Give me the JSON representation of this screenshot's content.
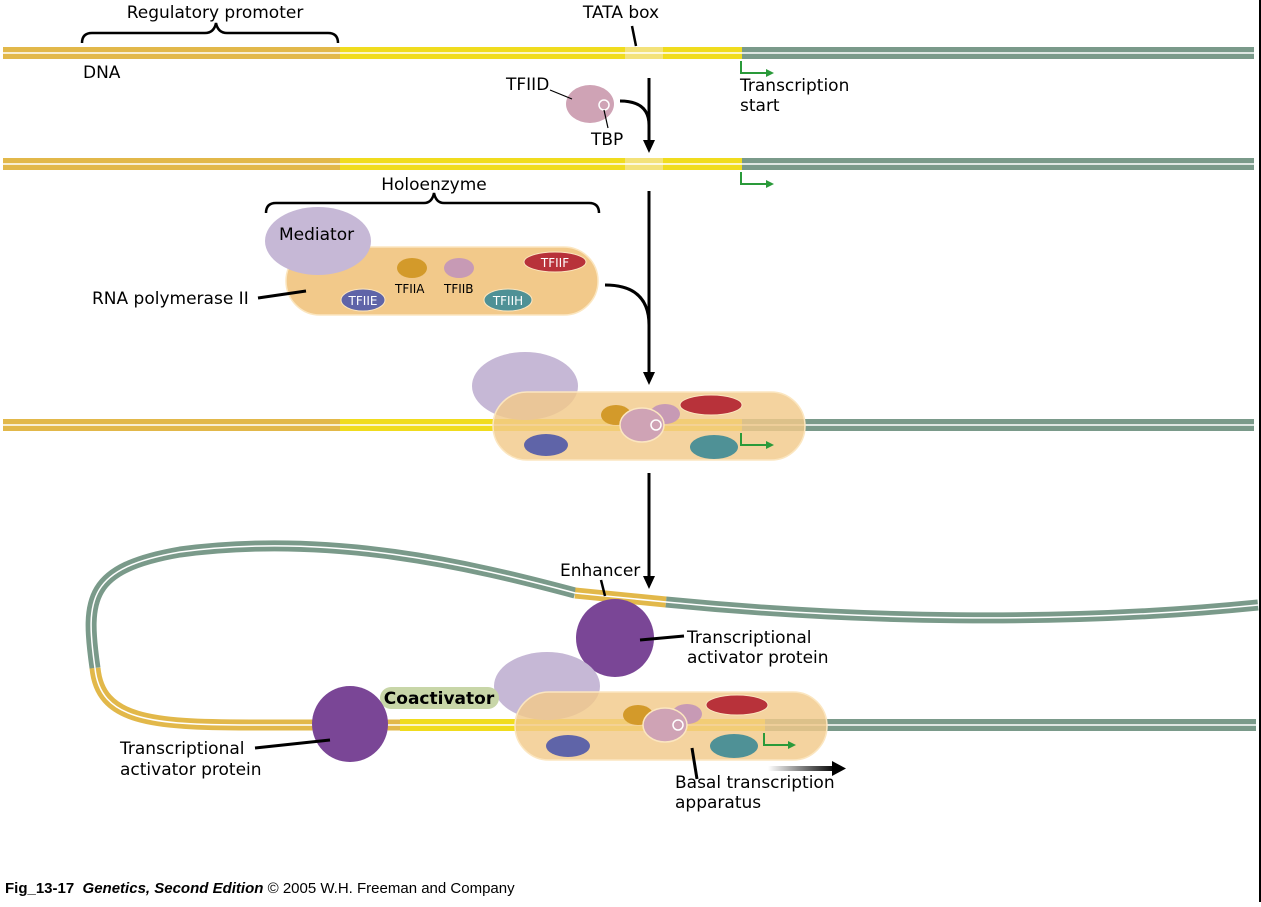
{
  "labels": {
    "regulatory_promoter": "Regulatory promoter",
    "tata_box": "TATA box",
    "dna": "DNA",
    "tfiid": "TFIID",
    "tbp": "TBP",
    "transcription_start_1": "Transcription",
    "transcription_start_2": "start",
    "holoenzyme": "Holoenzyme",
    "mediator": "Mediator",
    "rna_pol": "RNA polymerase II",
    "tfiia": "TFIIA",
    "tfiib": "TFIIB",
    "tfiie": "TFIIE",
    "tfiif": "TFIIF",
    "tfiih": "TFIIH",
    "enhancer": "Enhancer",
    "activator_right_1": "Transcriptional",
    "activator_right_2": "activator protein",
    "coactivator": "Coactivator",
    "activator_left_1": "Transcriptional",
    "activator_left_2": "activator protein",
    "basal_1": "Basal transcription",
    "basal_2": "apparatus"
  },
  "caption": {
    "fig": "Fig_13-17",
    "book": "Genetics, Second Edition",
    "rest": "© 2005 W.H. Freeman and Company"
  },
  "colors": {
    "promoter_dna": "#e2b84a",
    "core_dna": "#f0dc1e",
    "tata": "#f3e27a",
    "gene_dna": "#7a9a8a",
    "holoenzyme_body": "#f2c98a",
    "mediator": "#c6b8d6",
    "tfiid": "#cfa3b5",
    "tfiia": "#d39a2a",
    "tfiib": "#c79ab5",
    "tfiie": "#5f64a8",
    "tfiif": "#b8323a",
    "tfiih": "#4f9196",
    "activator": "#7a4696",
    "coactivator": "#c8d6a8",
    "arrow_green": "#2a9a3a"
  }
}
